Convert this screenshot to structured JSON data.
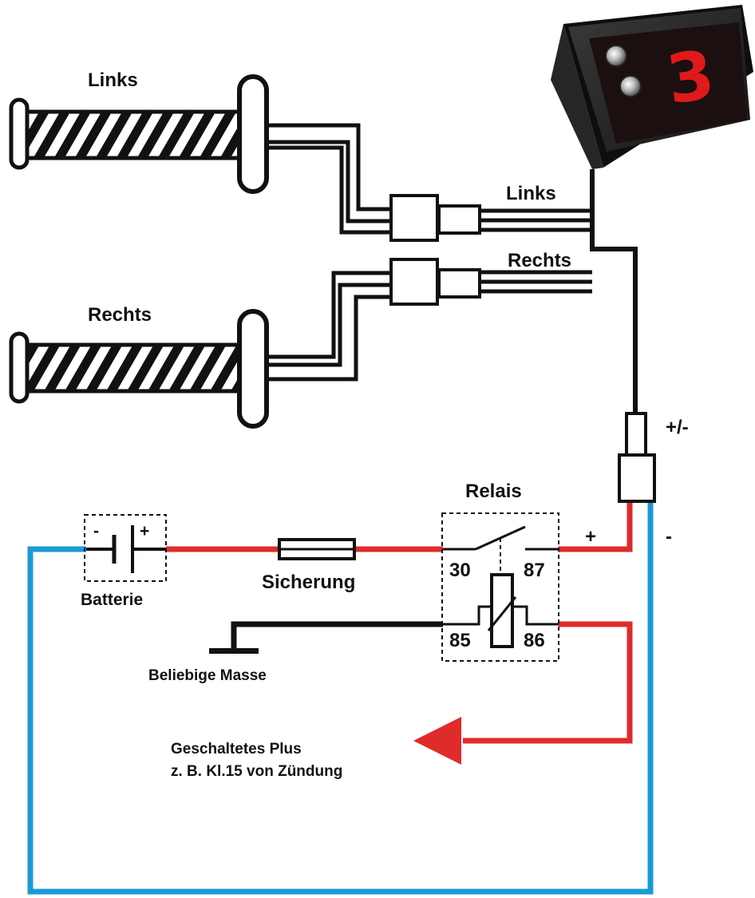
{
  "labels": {
    "grip_left": "Links",
    "grip_right": "Rechts",
    "wire_left": "Links",
    "wire_right": "Rechts",
    "plus_minus": "+/-",
    "relay": "Relais",
    "fuse": "Sicherung",
    "battery": "Batterie",
    "battery_minus": "-",
    "battery_plus": "+",
    "relay_pin_30": "30",
    "relay_pin_87": "87",
    "relay_pin_85": "85",
    "relay_pin_86": "86",
    "out_plus": "+",
    "out_minus": "-",
    "ground": "Beliebige Masse",
    "switched_plus_line1": "Geschaltetes Plus",
    "switched_plus_line2": "z. B. Kl.15 von Zündung"
  },
  "display": {
    "digit": "3"
  },
  "colors": {
    "positive_wire": "#e02b2b",
    "negative_wire": "#1c9ad6",
    "signal_wire": "#111111",
    "display_digit": "#e01a1a"
  }
}
